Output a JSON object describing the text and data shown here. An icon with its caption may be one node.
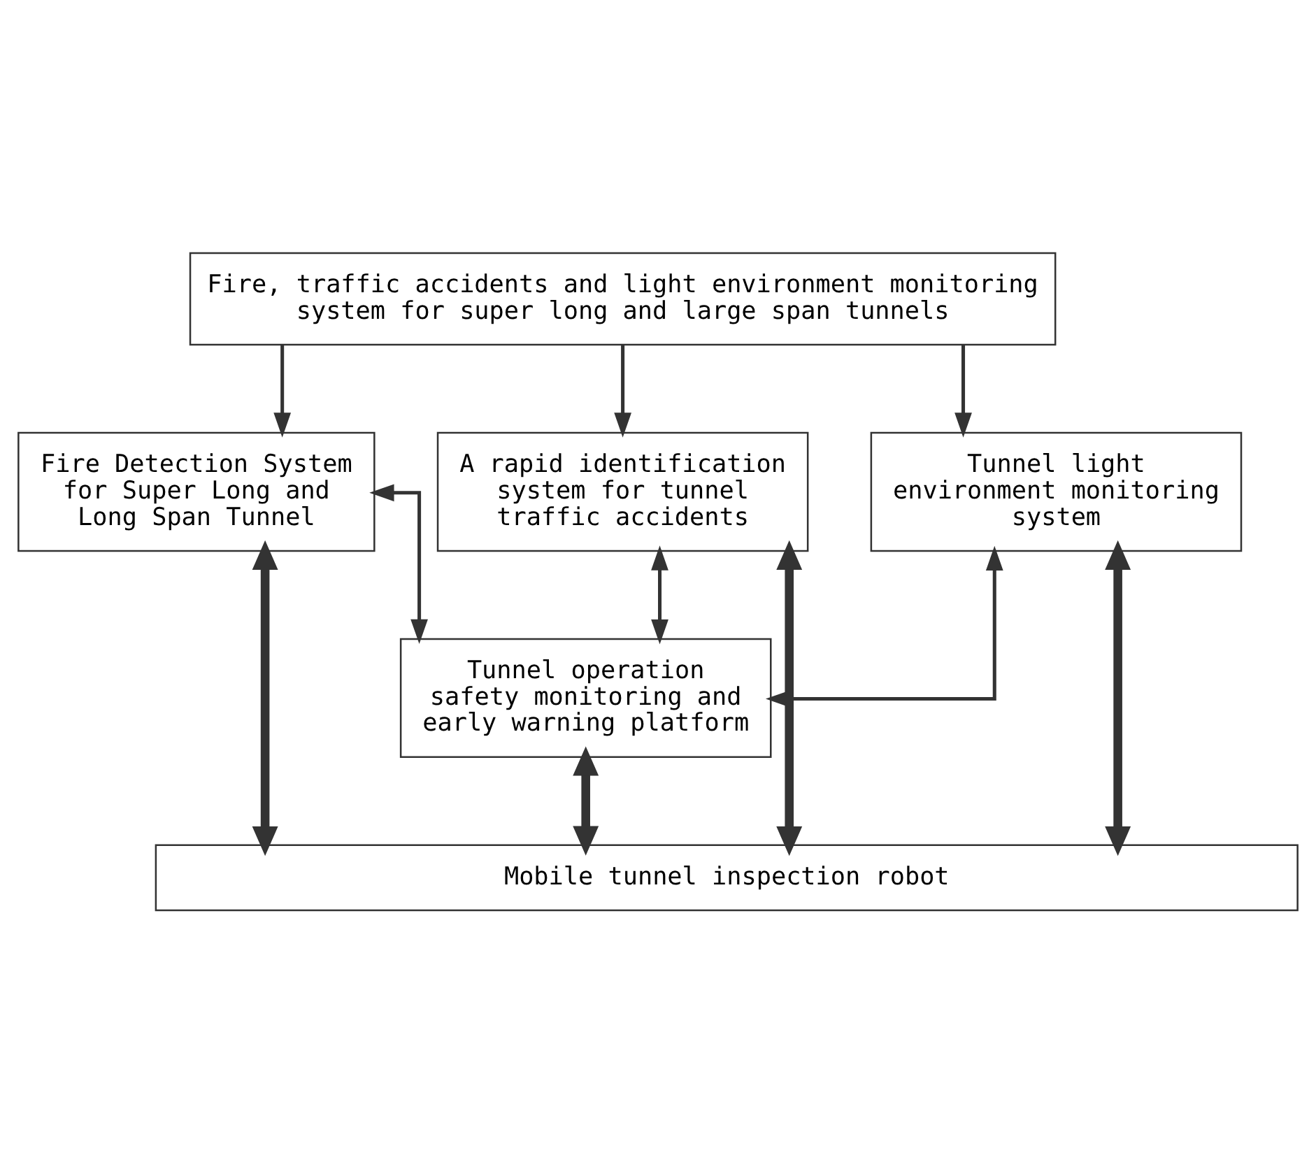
{
  "diagram": {
    "nodes": [
      {
        "text": [
          "Fire, traffic accidents and light environment monitoring system for super long and large span tunnels"
        ]
      },
      {
        "text": [
          "Fire Detection System for Super Long and Long Span Tunnel"
        ]
      },
      {
        "text": [
          "A rapid identification system for tunnel traffic accidents"
        ]
      },
      {
        "text": [
          "Tunnel light environment monitoring system"
        ]
      },
      {
        "text": [
          "Tunnel operation safety monitoring and early warning platform"
        ]
      },
      {
        "text": [
          "Mobile tunnel inspection robot"
        ]
      }
    ],
    "edges": [
      {
        "from": 0,
        "to": 1,
        "arrow": "to"
      },
      {
        "from": 0,
        "to": 2,
        "arrow": "to"
      },
      {
        "from": 0,
        "to": 3,
        "arrow": "to"
      },
      {
        "from": 4,
        "to": 1,
        "arrow": "both"
      },
      {
        "from": 4,
        "to": 2,
        "arrow": "both"
      },
      {
        "from": 4,
        "to": 3,
        "arrow": "both"
      },
      {
        "from": 1,
        "to": 5,
        "arrow": "both",
        "style": "thick"
      },
      {
        "from": 2,
        "to": 5,
        "arrow": "both",
        "style": "thick"
      },
      {
        "from": 4,
        "to": 5,
        "arrow": "both",
        "style": "thick"
      },
      {
        "from": 3,
        "to": 5,
        "arrow": "both",
        "style": "thick"
      }
    ]
  }
}
